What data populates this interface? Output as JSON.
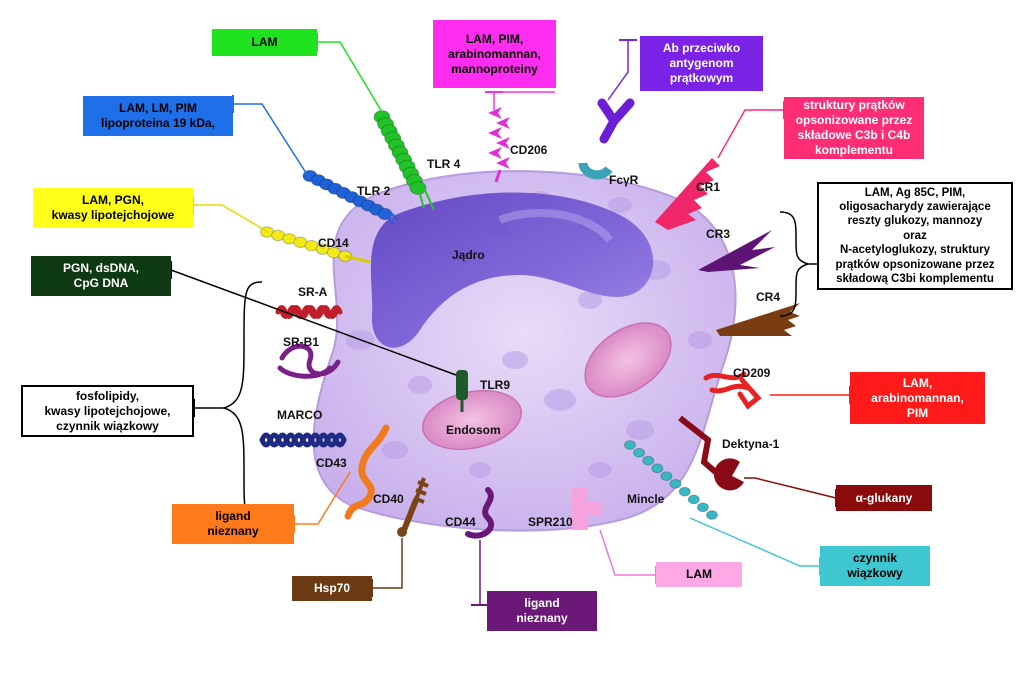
{
  "colors": {
    "cell_fill": "#d9c2f0",
    "nucleus_fill": "#6b52c9",
    "endosome_fill": "#e9a3cf"
  },
  "cell": {
    "nucleus_label": "Jądro",
    "endosome_label": "Endosom"
  },
  "receptors": {
    "tlr4": "TLR 4",
    "tlr2": "TLR 2",
    "cd14": "CD14",
    "cd206": "CD206",
    "fcgr": "FcγR",
    "cr1": "CR1",
    "cr3": "CR3",
    "cr4": "CR4",
    "sra": "SR-A",
    "srb1": "SR-B1",
    "marco": "MARCO",
    "cd43": "CD43",
    "tlr9": "TLR9",
    "cd209": "CD209",
    "dektyna": "Dektyna-1",
    "cd40": "CD40",
    "cd44": "CD44",
    "spr210": "SPR210",
    "mincle": "Mincle"
  },
  "ligands": {
    "lam_tlr4": {
      "text": "LAM",
      "bg": "#1fe21f",
      "color": "#000000"
    },
    "mannose": {
      "text": "LAM, PIM,\narabinomannan,\nmannoproteiny",
      "bg": "#ff2df0",
      "color": "#000000"
    },
    "ab": {
      "text": "Ab przeciwko\nantygenom\nprątkowym",
      "bg": "#7a22e6",
      "color": "#ffffff"
    },
    "tlr2_lig": {
      "text": "LAM, LM, PIM\nlipoproteina 19 kDa,",
      "bg": "#1e6fe8",
      "color": "#000000"
    },
    "complement": {
      "text": "struktury prątków\nopsonizowane przez\nskładowe C3b i C4b\nkomplementu",
      "bg": "#ff2d74",
      "color": "#ffffff"
    },
    "cd14_lig": {
      "text": "LAM, PGN,\nkwasy lipotejchojowe",
      "bg": "#ffff1a",
      "color": "#000000"
    },
    "cr_lig": {
      "text": "LAM, Ag 85C, PIM,\noligosacharydy zawierające\nreszty glukozy, mannozy\noraz\nN-acetyloglukozy, struktury\nprątków opsonizowane przez\nskładową C3bi komplementu",
      "bg": "#ffffff",
      "color": "#000000"
    },
    "tlr9_lig": {
      "text": "PGN, dsDNA,\nCpG DNA",
      "bg": "#0d3a12",
      "color": "#ffffff"
    },
    "sr_lig": {
      "text": "fosfolipidy,\nkwasy lipotejchojowe,\nczynnik wiązkowy",
      "bg": "#ffffff",
      "color": "#000000"
    },
    "cd209_lig": {
      "text": "LAM,\narabinomannan,\nPIM",
      "bg": "#ff1a1a",
      "color": "#ffffff"
    },
    "dektyna_lig": {
      "text": "α-glukany",
      "bg": "#8a0b0b",
      "color": "#ffffff"
    },
    "cd43_lig": {
      "text": "ligand\nnieznany",
      "bg": "#ff7a1a",
      "color": "#000000"
    },
    "mincle_lig": {
      "text": "czynnik\nwiązkowy",
      "bg": "#3ec6d1",
      "color": "#000000"
    },
    "spr210_lig": {
      "text": "LAM",
      "bg": "#ffa8e6",
      "color": "#000000"
    },
    "cd40_lig": {
      "text": "Hsp70",
      "bg": "#6b3a12",
      "color": "#ffffff"
    },
    "cd44_lig": {
      "text": "ligand\nnieznany",
      "bg": "#6b1878",
      "color": "#ffffff"
    }
  }
}
